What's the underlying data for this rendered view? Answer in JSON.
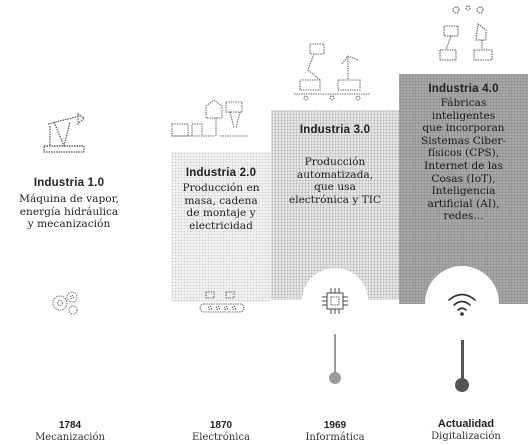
{
  "stages": [
    {
      "title": "Industria 1.0",
      "description": "Máquina de vapor,\nenergía hidráulica\ny mecanización",
      "year": "1784",
      "era": "Mecanización",
      "icon": "oil-pump-icon"
    },
    {
      "title": "Industria 2.0",
      "description": "Producción en\nmasa, cadena\nde montaje y\nelectricidad",
      "year": "1870",
      "era": "Electrónica",
      "icon": "assembly-line-icon"
    },
    {
      "title": "Industria 3.0",
      "description": "Producción\nautomatizada,\nque usa\nelectrónica y TIC",
      "year": "1969",
      "era": "Informática",
      "icon": "microchip-icon"
    },
    {
      "title": "Industria 4.0",
      "description": "Fábricas\ninteligentes\nque incorporan\nSistemas Ciber-\nfísicos (CPS),\nInternet de las\nCosas (IoT),\nInteligencia\nartificial (AI),\nredes...",
      "year": "Actualidad",
      "era": "Digitalización",
      "icon": "wifi-icon"
    }
  ],
  "colors": {
    "panel2": "#f3f3f3",
    "panel3": "#e6e6e6",
    "panel4": "#a9a9a9",
    "ink": "#222222"
  }
}
